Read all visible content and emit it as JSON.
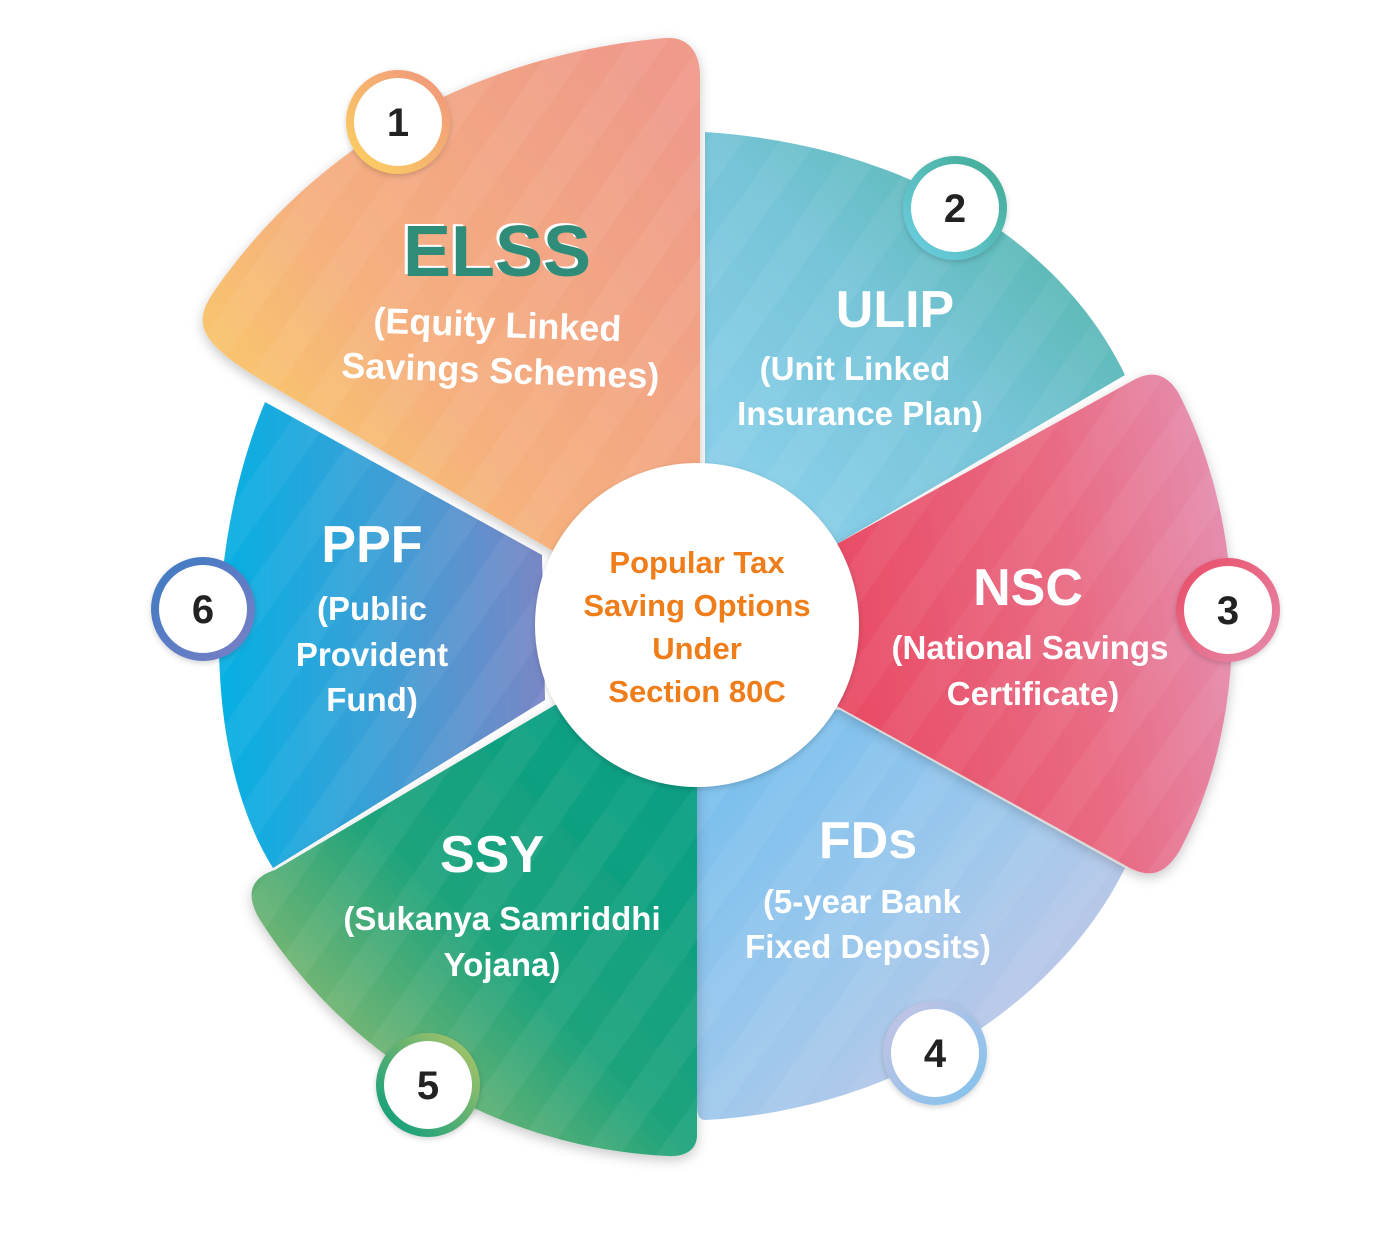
{
  "center": {
    "lines": [
      "Popular Tax",
      "Saving Options",
      "Under",
      "Section 80C"
    ],
    "color": "#ee7d1a"
  },
  "segments": [
    {
      "number": "1",
      "title": "ELSS",
      "subtitle": [
        "(Equity Linked",
        "Savings Schemes)"
      ],
      "colors": [
        "#fcd45f",
        "#f19d8a"
      ],
      "title_color": "#2e8c78"
    },
    {
      "number": "2",
      "title": "ULIP",
      "subtitle": [
        "(Unit Linked",
        "Insurance Plan)"
      ],
      "colors": [
        "#86cdea",
        "#54b69c"
      ]
    },
    {
      "number": "3",
      "title": "NSC",
      "subtitle": [
        "(National Savings",
        "Certificate)"
      ],
      "colors": [
        "#e8566e",
        "#e489a8"
      ]
    },
    {
      "number": "4",
      "title": "FDs",
      "subtitle": [
        "(5-year Bank",
        "Fixed Deposits)"
      ],
      "colors": [
        "#7fc3ec",
        "#cbc1e3"
      ]
    },
    {
      "number": "5",
      "title": "SSY",
      "subtitle": [
        "(Sukanya Samriddhi",
        "Yojana)"
      ],
      "colors": [
        "#0f9f86",
        "#a8c56f"
      ]
    },
    {
      "number": "6",
      "title": "PPF",
      "subtitle": [
        "(Public",
        "Provident",
        "Fund)"
      ],
      "colors": [
        "#0fb2e0",
        "#6f8ac8"
      ]
    }
  ]
}
